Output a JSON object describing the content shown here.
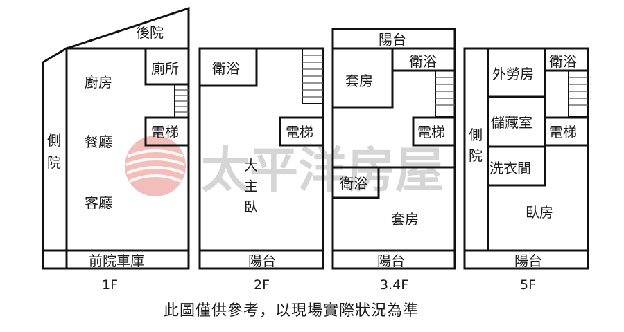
{
  "watermark": {
    "brand": "太平洋房屋",
    "color": "#d9453a"
  },
  "floors": {
    "f1": {
      "label": "1F",
      "rooms": {
        "backyard": "後院",
        "toilet": "廁所",
        "kitchen": "廚房",
        "dining": "餐廳",
        "living": "客廳",
        "elevator": "電梯",
        "side_yard": [
          "側",
          "院"
        ],
        "front_yard_garage": "前院車庫"
      }
    },
    "f2": {
      "label": "2F",
      "rooms": {
        "bath": "衛浴",
        "elevator": "電梯",
        "master_bedroom": [
          "大",
          "主",
          "臥"
        ],
        "balcony": "陽台"
      }
    },
    "f34": {
      "label": "3.4F",
      "rooms": {
        "balcony_top": "陽台",
        "bath_top": "衛浴",
        "suite_top": "套房",
        "elevator": "電梯",
        "bath_lower": "衛浴",
        "suite_lower": "套房",
        "balcony_bottom": "陽台"
      }
    },
    "f5": {
      "label": "5F",
      "rooms": {
        "maid_room": "外勞房",
        "bath": "衛浴",
        "storage": "儲藏室",
        "elevator": "電梯",
        "side_yard": [
          "側",
          "院"
        ],
        "laundry": "洗衣間",
        "bedroom": "臥房",
        "balcony": "陽台"
      }
    }
  },
  "disclaimer": "此圖僅供參考，以現場實際狀況為準"
}
